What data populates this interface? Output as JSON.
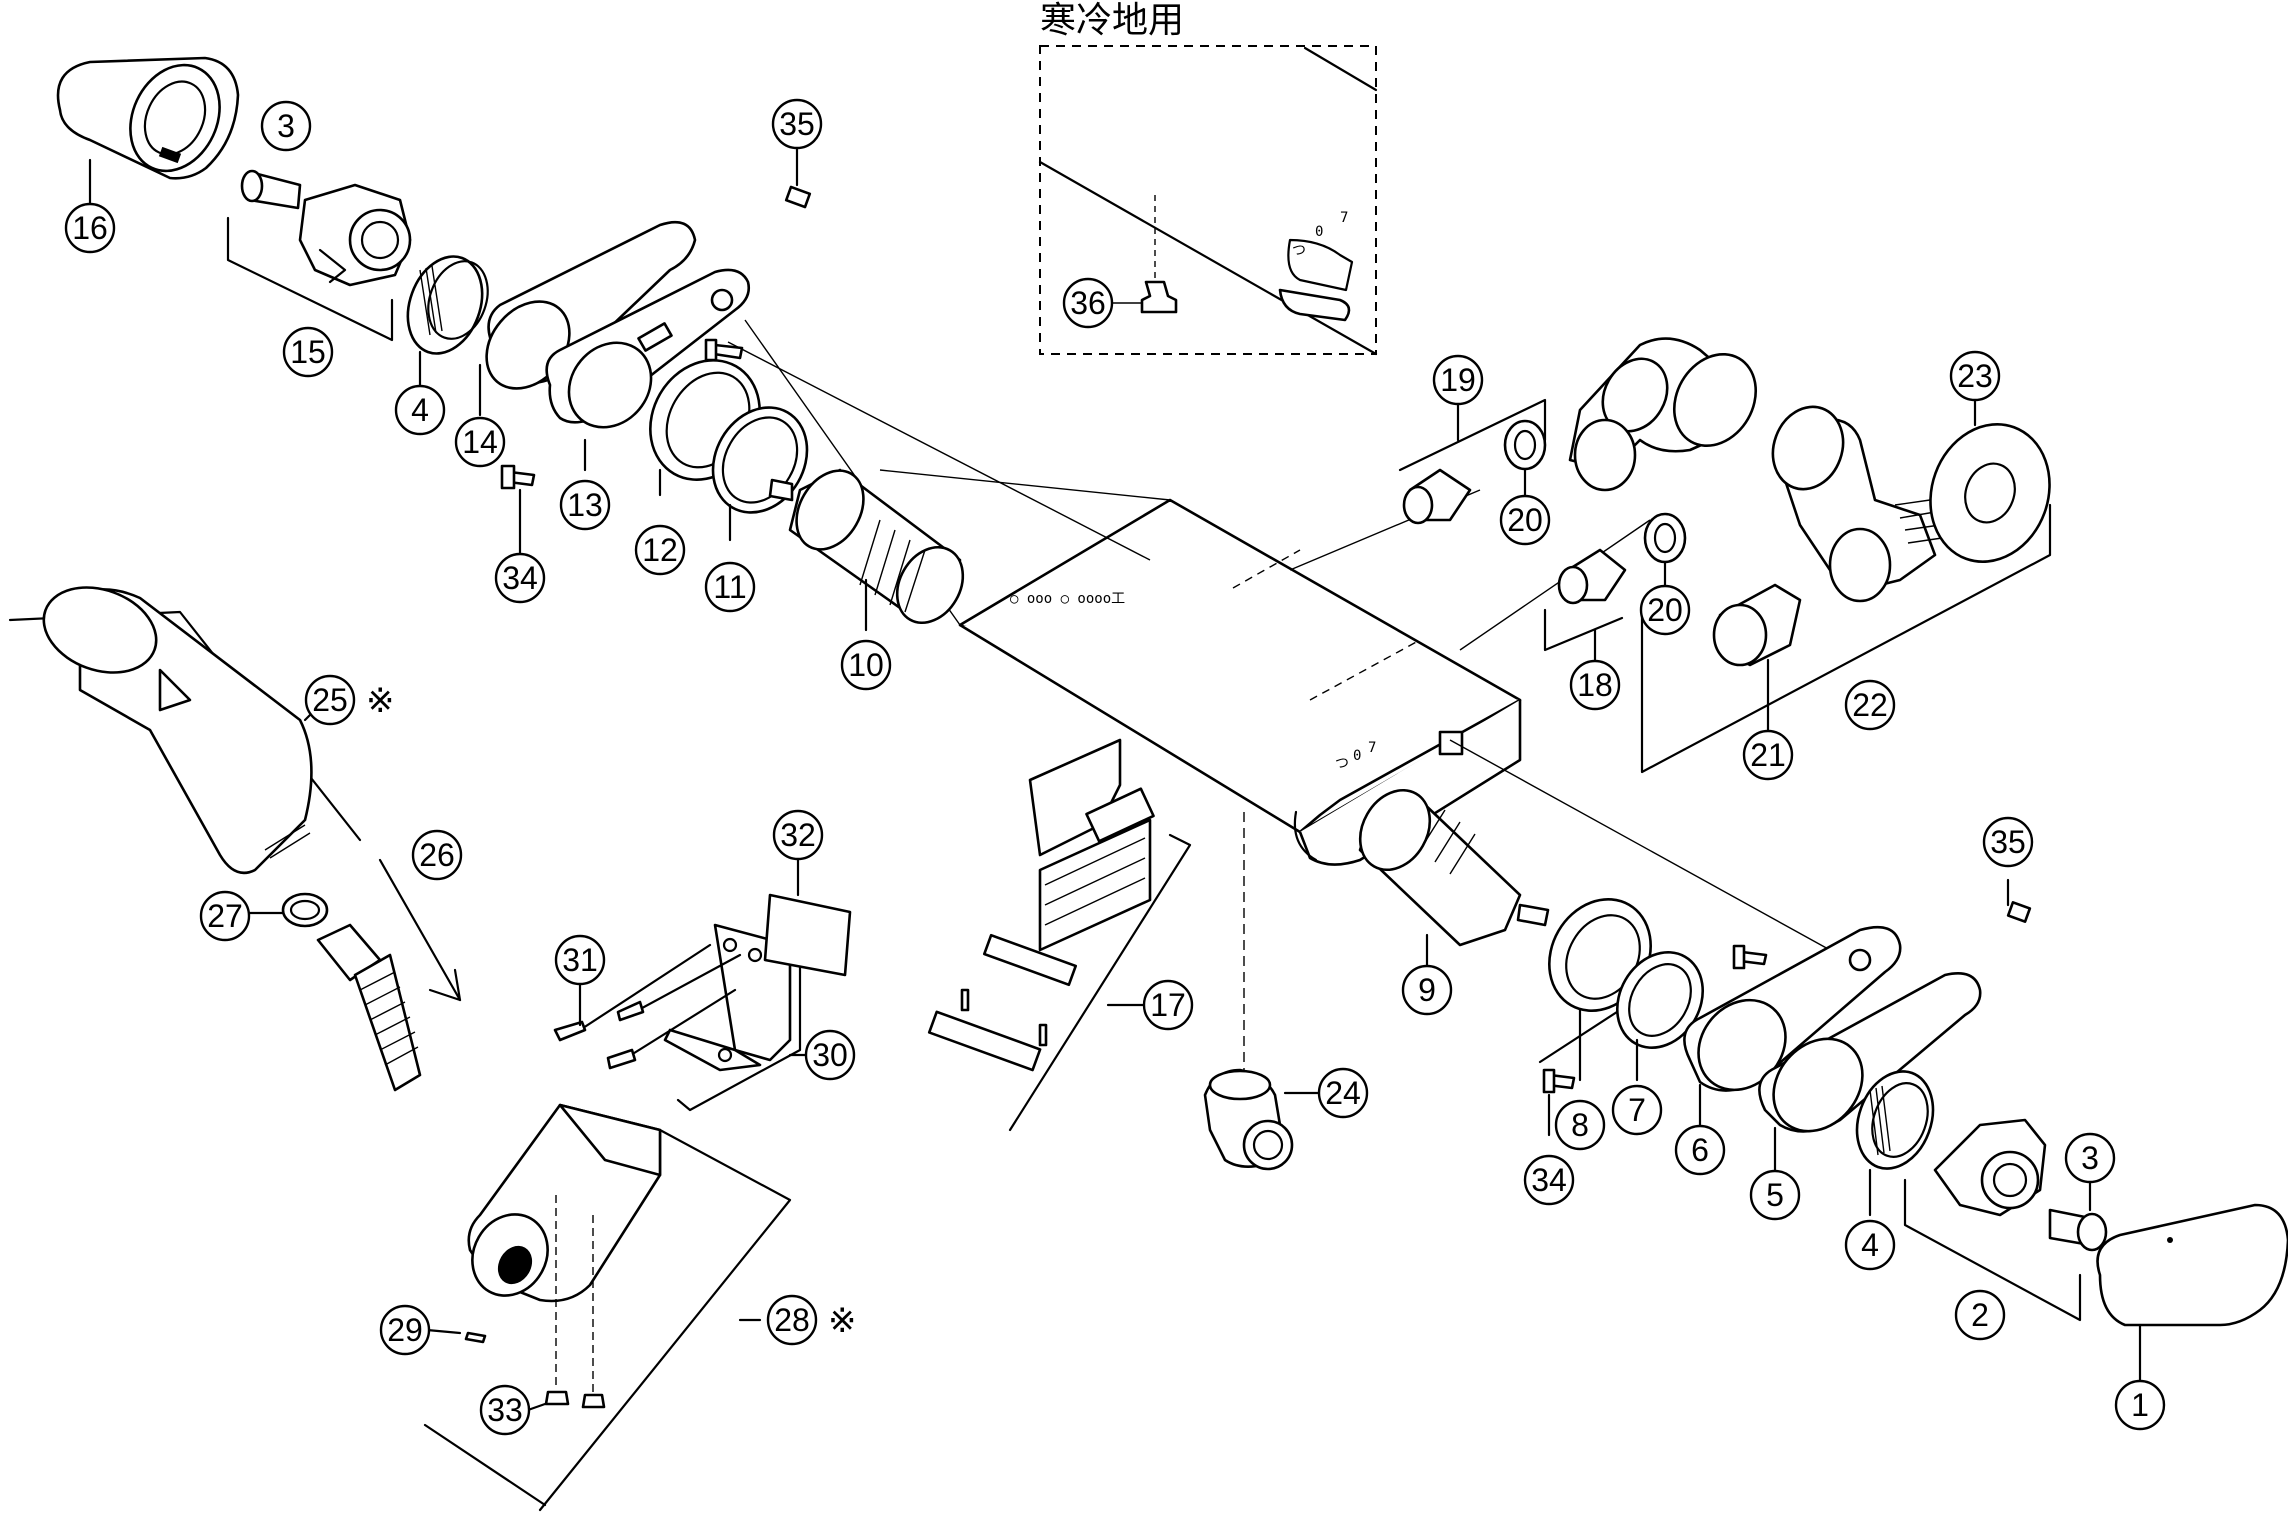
{
  "inset": {
    "title": "寒冷地用",
    "part": "36"
  },
  "note_mark": "※",
  "callouts": [
    "1",
    "2",
    "3",
    "3",
    "4",
    "4",
    "5",
    "6",
    "7",
    "8",
    "9",
    "10",
    "11",
    "12",
    "13",
    "14",
    "15",
    "16",
    "17",
    "18",
    "19",
    "20",
    "20",
    "21",
    "22",
    "23",
    "24",
    "25",
    "26",
    "27",
    "28",
    "29",
    "30",
    "31",
    "32",
    "33",
    "34",
    "34",
    "35",
    "35"
  ],
  "marked_parts": [
    "25",
    "28"
  ]
}
